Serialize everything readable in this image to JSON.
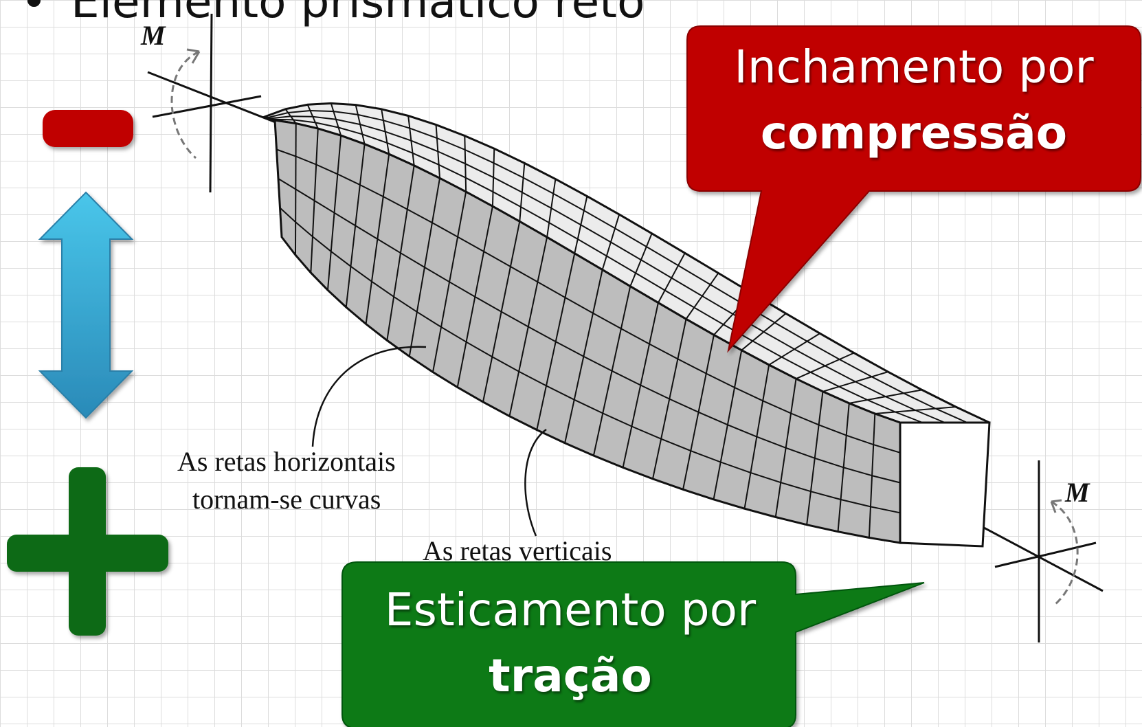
{
  "title": {
    "bullet": "•",
    "text": "Elemento prismático reto"
  },
  "moment_symbol": "M",
  "annotations": {
    "horizontal_line1": "As retas horizontais",
    "horizontal_line2": "tornam-se curvas",
    "vertical_line1": "As retas verticais"
  },
  "callouts": {
    "compression": {
      "line1": "Inchamento por",
      "line2": "compressão",
      "color": "#c00000"
    },
    "traction": {
      "line1": "Esticamento por",
      "line2": "tração",
      "color": "#0a7a14"
    }
  },
  "icons": {
    "minus": {
      "name": "minus-icon",
      "color": "#c00000"
    },
    "arrow": {
      "name": "double-arrow-icon",
      "color": "#3bb0d8"
    },
    "plus": {
      "name": "plus-icon",
      "color": "#0a6b12"
    }
  }
}
